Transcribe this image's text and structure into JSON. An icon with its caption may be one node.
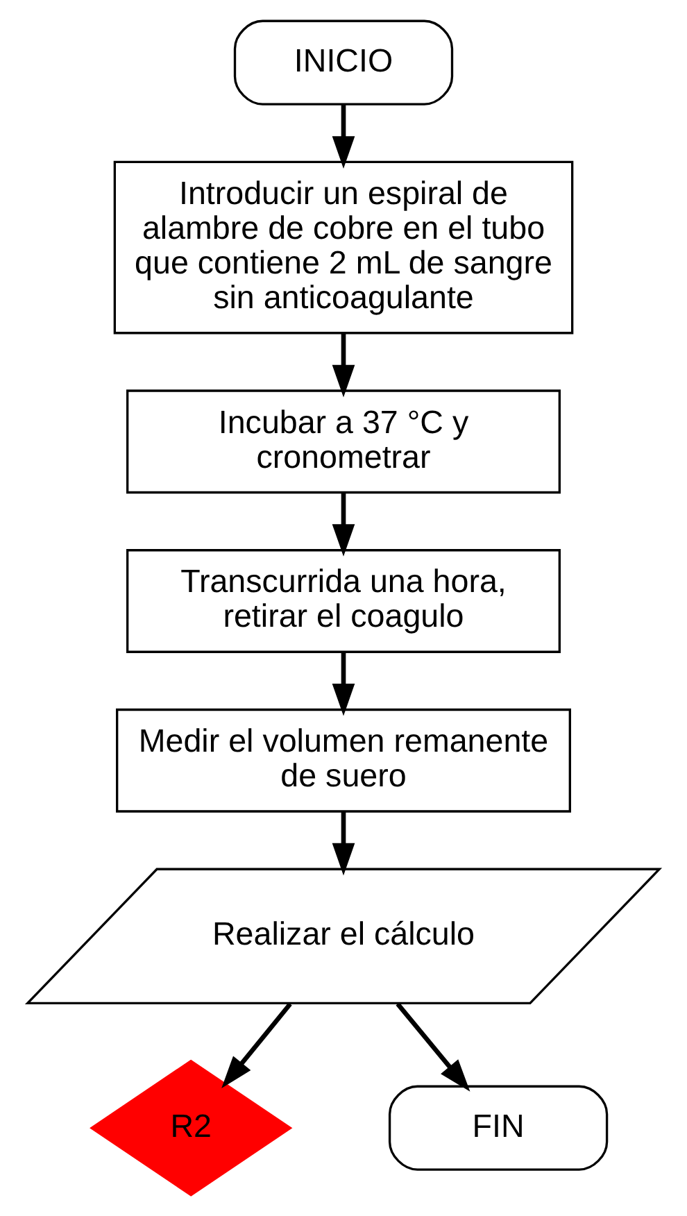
{
  "diagram": {
    "nodes": [
      {
        "text": [
          "INICIO"
        ]
      },
      {
        "text": [
          "Introducir un espiral de alambre de cobre en el tubo que contiene 2 mL de sangre sin anticoagulante"
        ]
      },
      {
        "text": [
          "Incubar a 37 °C y cronometrar"
        ]
      },
      {
        "text": [
          "Transcurrida una hora, retirar el coagulo"
        ]
      },
      {
        "text": [
          "Medir el volumen remanente de suero"
        ]
      },
      {
        "text": [
          "Realizar el cálculo"
        ]
      },
      {
        "text": [
          "R2"
        ]
      },
      {
        "text": [
          "FIN"
        ]
      }
    ],
    "edges": [
      {
        "from": 0,
        "to": 1,
        "arrow": "to"
      },
      {
        "from": 1,
        "to": 2,
        "arrow": "to"
      },
      {
        "from": 2,
        "to": 3,
        "arrow": "to"
      },
      {
        "from": 3,
        "to": 4,
        "arrow": "to"
      },
      {
        "from": 4,
        "to": 5,
        "arrow": "to"
      },
      {
        "from": 5,
        "to": 7,
        "arrow": "to"
      },
      {
        "from": 5,
        "to": 6,
        "arrow": "to"
      }
    ]
  }
}
